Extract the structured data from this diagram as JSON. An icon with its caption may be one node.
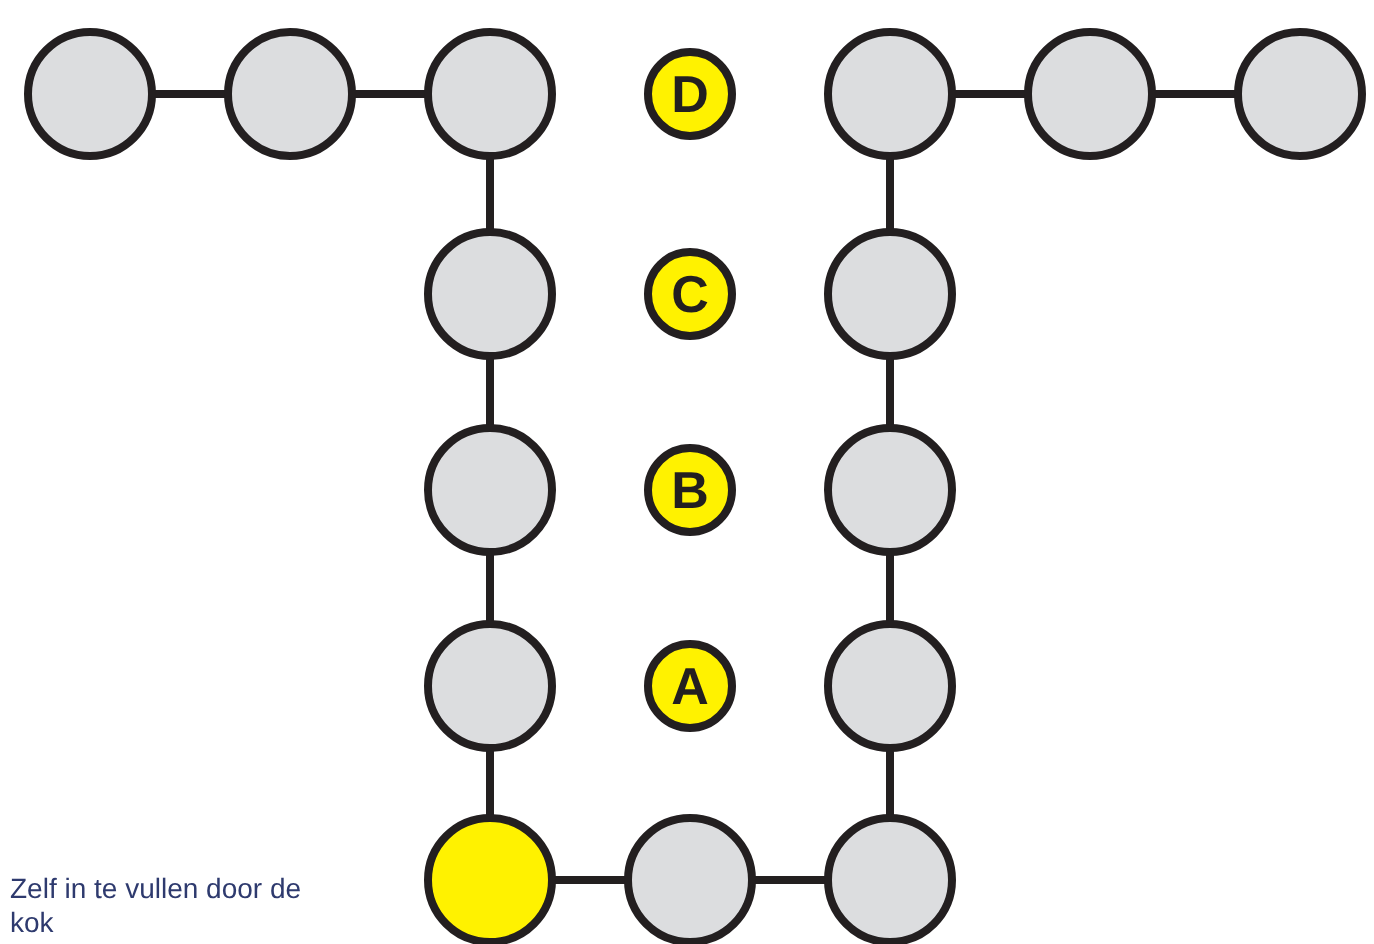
{
  "diagram": {
    "nodes": [
      {
        "text": [],
        "shape": "circle"
      },
      {
        "text": [],
        "shape": "circle"
      },
      {
        "text": [],
        "shape": "circle"
      },
      {
        "text": [
          "D"
        ]
      },
      {
        "text": [],
        "shape": "circle"
      },
      {
        "text": [],
        "shape": "circle"
      },
      {
        "text": [],
        "shape": "circle"
      },
      {
        "text": [],
        "shape": "circle"
      },
      {
        "text": [
          "C"
        ]
      },
      {
        "text": [],
        "shape": "circle"
      },
      {
        "text": [],
        "shape": "circle"
      },
      {
        "text": [
          "B"
        ]
      },
      {
        "text": [],
        "shape": "circle"
      },
      {
        "text": [],
        "shape": "circle"
      },
      {
        "text": [
          "A"
        ]
      },
      {
        "text": [],
        "shape": "circle"
      },
      {
        "text": [],
        "shape": "circle"
      },
      {
        "text": [],
        "shape": "circle"
      },
      {
        "text": [],
        "shape": "circle"
      }
    ],
    "edges": [
      {
        "from": 0,
        "to": 1,
        "arrow": "none"
      },
      {
        "from": 1,
        "to": 2,
        "arrow": "none"
      },
      {
        "from": 2,
        "to": 7,
        "arrow": "none"
      },
      {
        "from": 7,
        "to": 10,
        "arrow": "none"
      },
      {
        "from": 10,
        "to": 13,
        "arrow": "none"
      },
      {
        "from": 13,
        "to": 16,
        "arrow": "none"
      },
      {
        "from": 16,
        "to": 17,
        "arrow": "none"
      },
      {
        "from": 17,
        "to": 18,
        "arrow": "none"
      },
      {
        "from": 18,
        "to": 15,
        "arrow": "none"
      },
      {
        "from": 15,
        "to": 12,
        "arrow": "none"
      },
      {
        "from": 12,
        "to": 9,
        "arrow": "none"
      },
      {
        "from": 9,
        "to": 4,
        "arrow": "none"
      },
      {
        "from": 4,
        "to": 5,
        "arrow": "none"
      },
      {
        "from": 5,
        "to": 6,
        "arrow": "none"
      }
    ],
    "labels": [
      "Zelf in te vullen door de kok"
    ]
  }
}
